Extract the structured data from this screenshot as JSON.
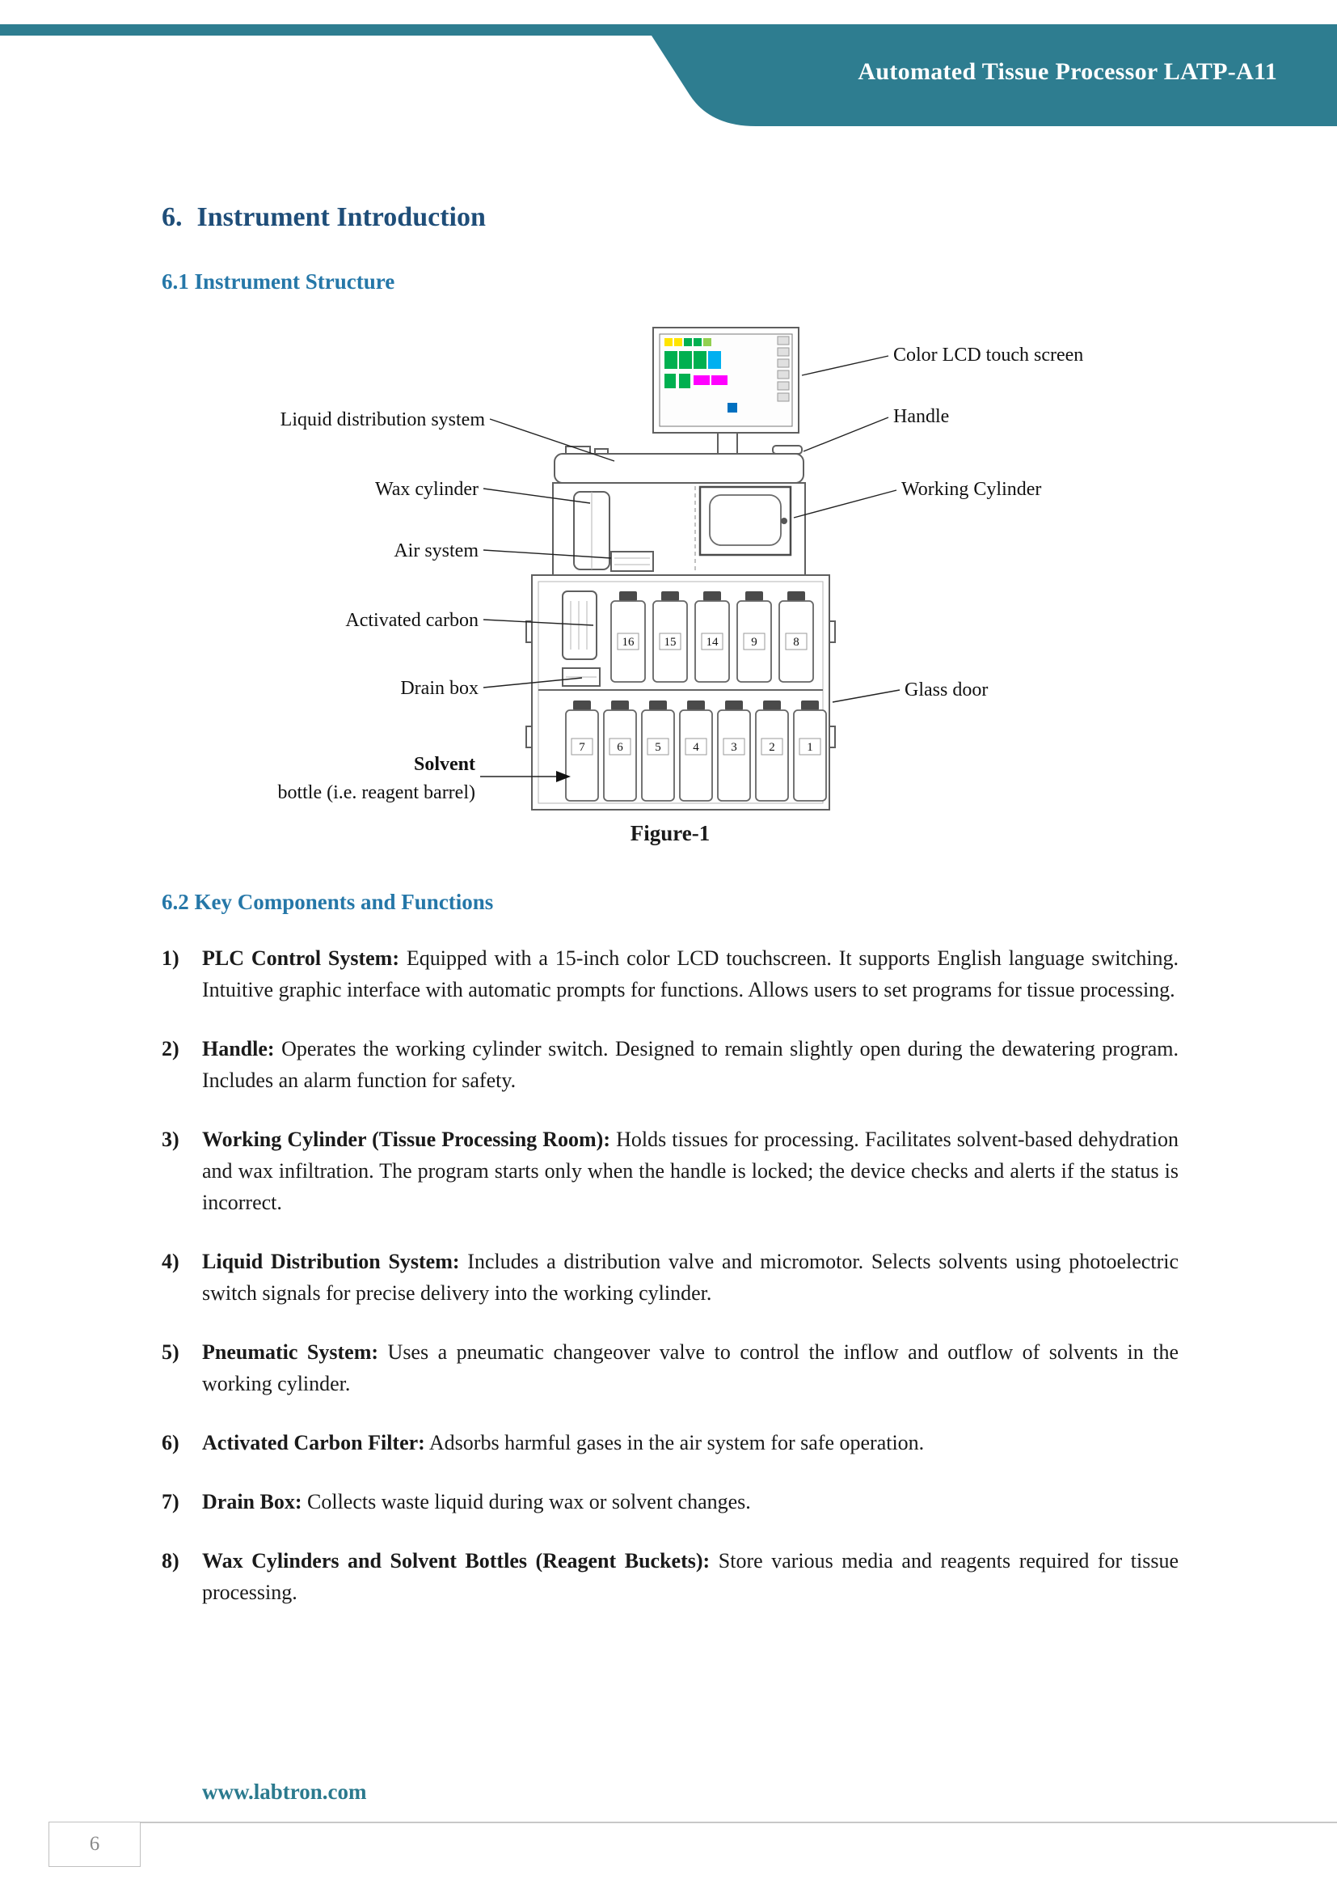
{
  "header": {
    "banner_title": "Automated Tissue Processor LATP-A11"
  },
  "section": {
    "number": "6.",
    "title": "Instrument Introduction"
  },
  "subsection1": {
    "title": "6.1 Instrument Structure"
  },
  "figure": {
    "caption": "Figure-1",
    "labels_left": [
      "Liquid distribution system",
      "Wax cylinder",
      "Air system",
      "Activated carbon",
      "Drain box"
    ],
    "solvent": {
      "line1": "Solvent",
      "line2": "bottle (i.e. reagent barrel)"
    },
    "labels_right": [
      "Color LCD touch screen",
      "Handle",
      "Working Cylinder",
      "Glass door"
    ],
    "bottle_numbers_top": [
      "16",
      "15",
      "14",
      "9",
      "8"
    ],
    "bottle_numbers_bottom": [
      "7",
      "6",
      "5",
      "4",
      "3",
      "2",
      "1"
    ]
  },
  "subsection2": {
    "title": "6.2 Key Components and Functions"
  },
  "list": {
    "items": [
      {
        "num": "1)",
        "bold": "PLC Control System:",
        "text": " Equipped with a 15-inch color LCD touchscreen. It supports English language switching. Intuitive graphic interface with automatic prompts for functions. Allows users to set programs for tissue processing."
      },
      {
        "num": "2)",
        "bold": "Handle:",
        "text": " Operates the working cylinder switch. Designed to remain slightly open during the dewatering program. Includes an alarm function for safety."
      },
      {
        "num": "3)",
        "bold": "Working Cylinder (Tissue Processing Room):",
        "text": " Holds tissues for processing. Facilitates solvent-based dehydration and wax infiltration. The program starts only when the handle is locked; the device checks and alerts if the status is incorrect."
      },
      {
        "num": "4)",
        "bold": "Liquid Distribution System:",
        "text": " Includes a distribution valve and micromotor. Selects solvents using photoelectric switch signals for precise delivery into the working cylinder."
      },
      {
        "num": "5)",
        "bold": "Pneumatic System:",
        "text": " Uses a pneumatic changeover valve to control the inflow and outflow of solvents in the working cylinder."
      },
      {
        "num": "6)",
        "bold": "Activated Carbon Filter:",
        "text": " Adsorbs harmful gases in the air system for safe operation."
      },
      {
        "num": "7)",
        "bold": "Drain Box:",
        "text": " Collects waste liquid during wax or solvent changes."
      },
      {
        "num": "8)",
        "bold": "Wax Cylinders and Solvent Bottles (Reagent Buckets):",
        "text": " Store various media and reagents required for tissue processing."
      }
    ]
  },
  "footer": {
    "website": "www.labtron.com",
    "page_number": "6"
  },
  "colors": {
    "banner_teal": "#2E7D90",
    "heading_blue": "#1F4E79",
    "subheading_blue": "#2577A8",
    "website_teal": "#2B7A8E"
  }
}
